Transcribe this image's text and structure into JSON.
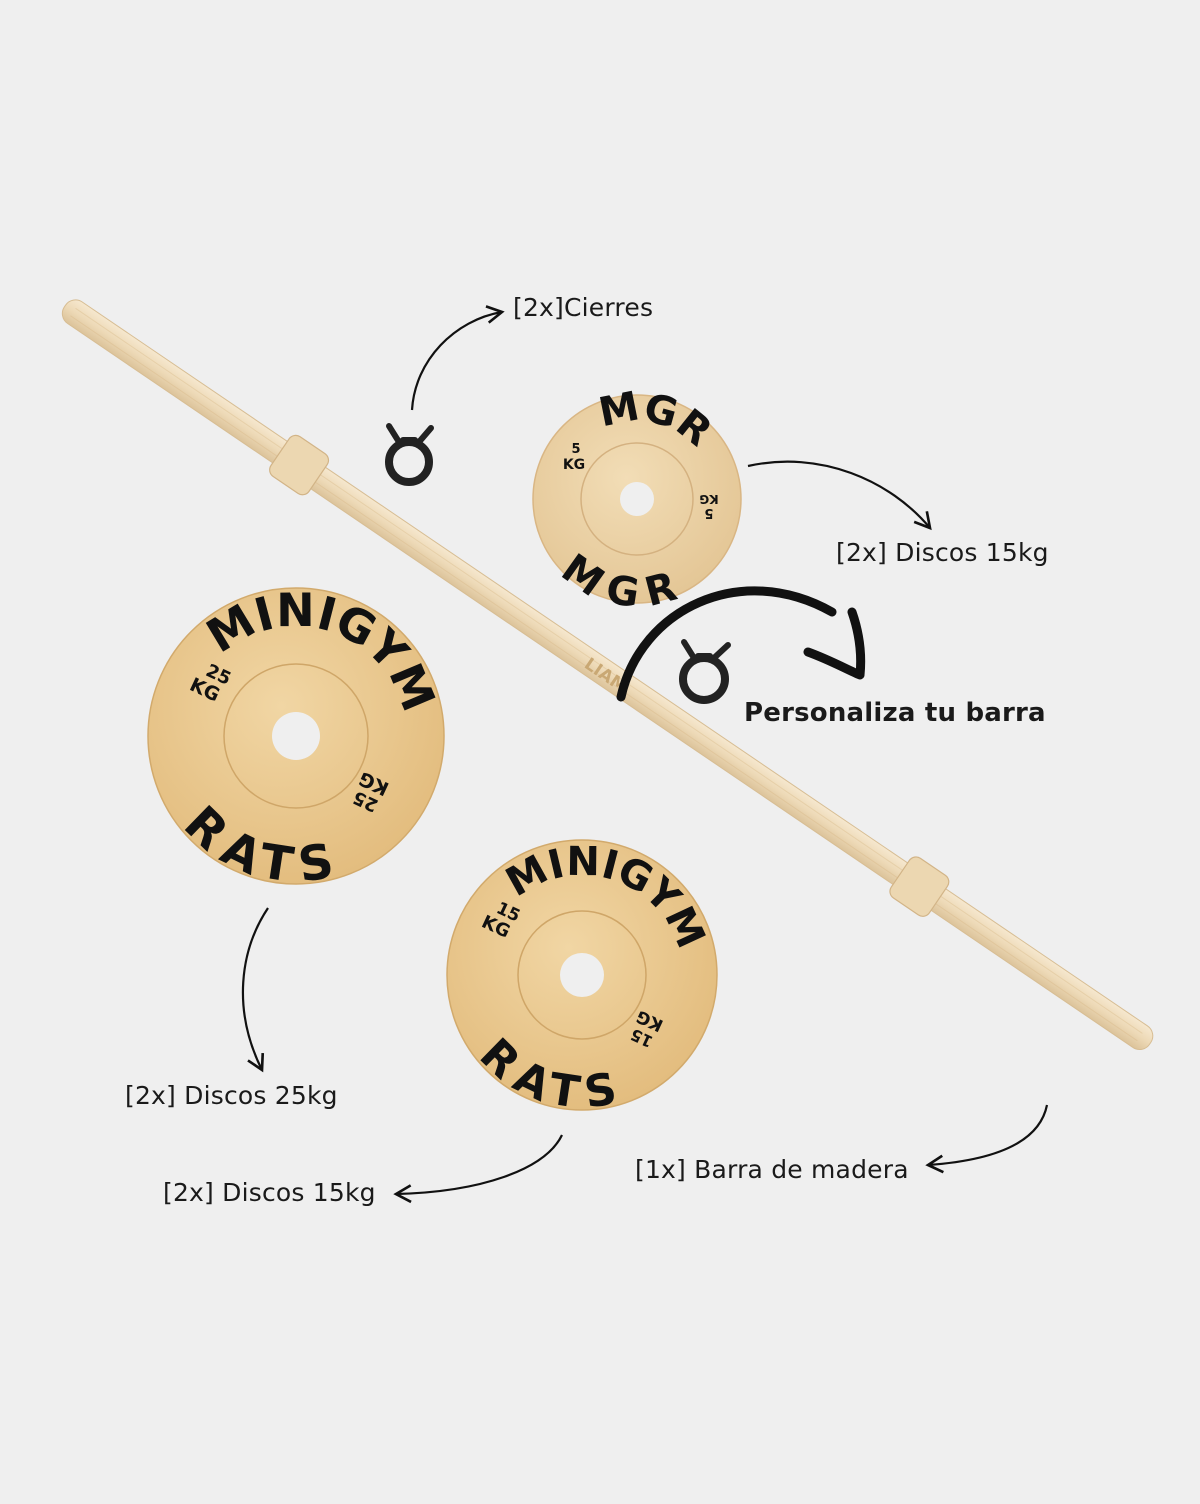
{
  "labels": {
    "clips": "[2x]Cierres",
    "discs_top": "[2x] Discos 15kg",
    "personalize": "Personaliza tu barra",
    "discs_25": "[2x] Discos 25kg",
    "discs_15": "[2x] Discos 15kg",
    "bar": "[1x] Barra de madera"
  },
  "bar_engraving": "LIAM",
  "plates": {
    "small": {
      "top_text": "MGR",
      "bottom_text": "MGR",
      "num": "5",
      "unit": "KG"
    },
    "large": {
      "top_text": "MINIGYM",
      "bottom_text": "RATS",
      "num": "25",
      "unit": "KG"
    },
    "medium": {
      "top_text": "MINIGYM",
      "bottom_text": "RATS",
      "num": "15",
      "unit": "KG"
    }
  },
  "colors": {
    "background": "#efefef",
    "wood_light": "#f1dfbf",
    "wood_plate": "#ebc98e",
    "ink": "#111111"
  }
}
